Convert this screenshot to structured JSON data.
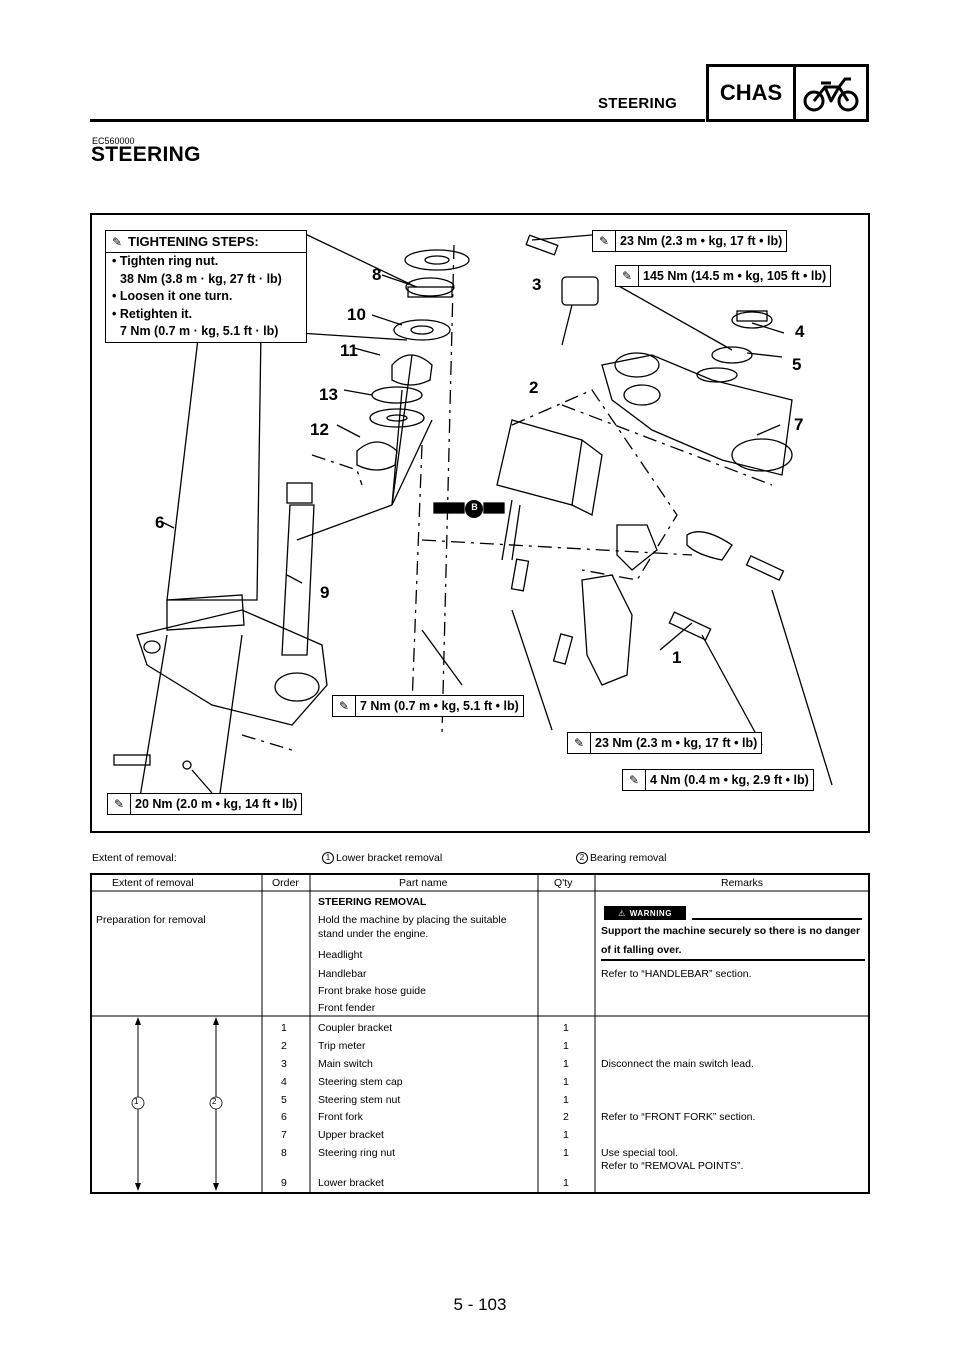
{
  "header": {
    "section": "STEERING",
    "tag": "CHAS",
    "tag_icon": "motorcycle-icon"
  },
  "doc_code": "EC560000",
  "page_title": "STEERING",
  "diagram": {
    "steps_title": "TIGHTENING STEPS:",
    "steps": [
      "• Tighten ring nut.",
      "38 Nm (3.8 m · kg, 27 ft · lb)",
      "• Loosen it one turn.",
      "• Retighten it.",
      "7 Nm (0.7 m · kg, 5.1 ft · lb)"
    ],
    "torques": {
      "t1": "23 Nm (2.3 m • kg, 17 ft • lb)",
      "t2": "145 Nm (14.5 m • kg, 105 ft • lb)",
      "t3": "7 Nm (0.7 m • kg, 5.1 ft • lb)",
      "t4": "23 Nm (2.3 m • kg, 17 ft • lb)",
      "t5": "4 Nm (0.4 m • kg, 2.9 ft • lb)",
      "t6": "20 Nm (2.0 m • kg, 14 ft • lb)"
    },
    "callouts": {
      "n1": "1",
      "n2": "2",
      "n3": "3",
      "n4": "4",
      "n5": "5",
      "n6": "6",
      "n7": "7",
      "n8": "8",
      "n9": "9",
      "n10": "10",
      "n11": "11",
      "n12": "12",
      "n13": "13",
      "grease": "B"
    }
  },
  "extent": {
    "label": "Extent of removal:",
    "c1": "1",
    "item1": "Lower bracket removal",
    "c2": "2",
    "item2": "Bearing removal"
  },
  "table": {
    "headers": [
      "Extent of removal",
      "Order",
      "Part name",
      "Q'ty",
      "Remarks"
    ],
    "prep": {
      "extent": "Preparation for removal",
      "heading": "STEERING REMOVAL",
      "rows": [
        {
          "part": "Hold the machine by placing the suitable",
          "part2": "stand under the engine.",
          "remarks": ""
        },
        {
          "part": "Headlight",
          "remarks": ""
        },
        {
          "part": "Handlebar",
          "remarks": "Refer to “HANDLEBAR” section."
        },
        {
          "part": "Front brake hose guide",
          "remarks": ""
        },
        {
          "part": "Front fender",
          "remarks": ""
        }
      ],
      "warning_label": "WARNING",
      "warning_text": "Support the machine securely so there is no danger of it falling over."
    },
    "ranges": [
      "1",
      "2"
    ],
    "rows": [
      {
        "order": "1",
        "part": "Coupler bracket",
        "qty": "1",
        "remarks": ""
      },
      {
        "order": "2",
        "part": "Trip meter",
        "qty": "1",
        "remarks": ""
      },
      {
        "order": "3",
        "part": "Main switch",
        "qty": "1",
        "remarks": "Disconnect the main switch lead."
      },
      {
        "order": "4",
        "part": "Steering stem cap",
        "qty": "1",
        "remarks": ""
      },
      {
        "order": "5",
        "part": "Steering stem nut",
        "qty": "1",
        "remarks": ""
      },
      {
        "order": "6",
        "part": "Front fork",
        "qty": "2",
        "remarks": "Refer to “FRONT FORK” section."
      },
      {
        "order": "7",
        "part": "Upper bracket",
        "qty": "1",
        "remarks": ""
      },
      {
        "order": "8",
        "part": "Steering ring nut",
        "qty": "1",
        "remarks": "Use special tool.",
        "remarks2": "Refer to “REMOVAL POINTS”."
      },
      {
        "order": "9",
        "part": "Lower bracket",
        "qty": "1",
        "remarks": ""
      }
    ]
  },
  "page_number": "5 - 103"
}
